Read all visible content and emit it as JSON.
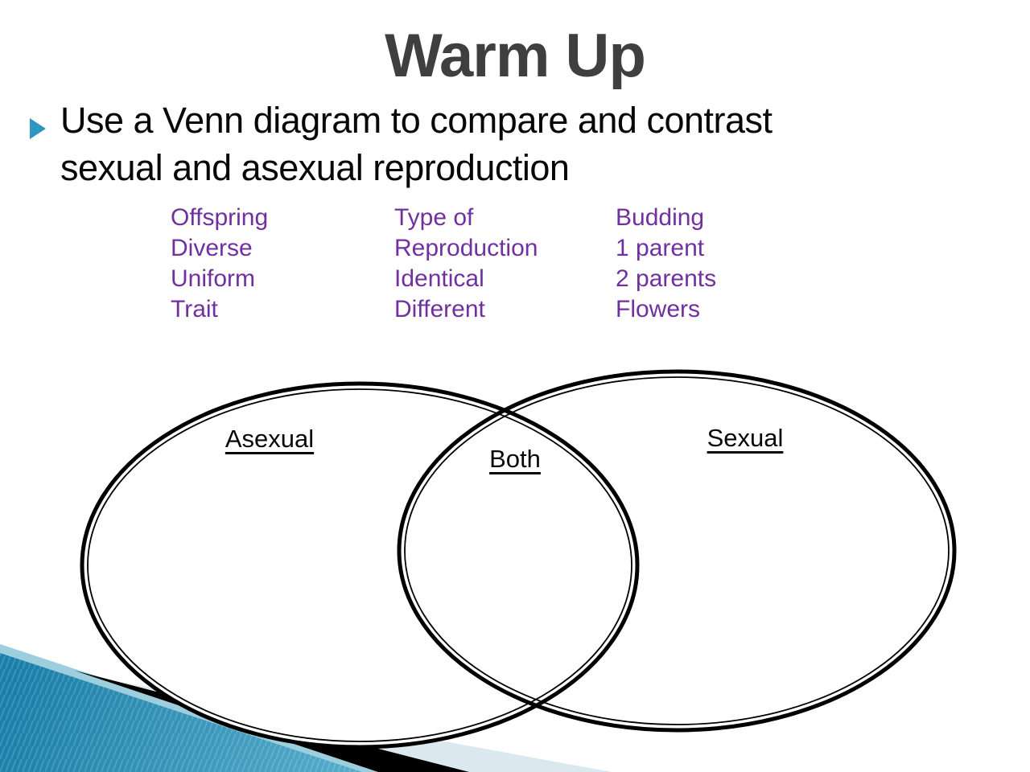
{
  "slide": {
    "title": "Warm Up",
    "bullet": {
      "line1": "Use a Venn diagram to compare and contrast",
      "line2": "sexual and asexual reproduction"
    },
    "word_bank": {
      "columns": [
        {
          "items": [
            "Offspring",
            "Diverse",
            "Uniform",
            "Trait"
          ]
        },
        {
          "items": [
            "Type of",
            "Reproduction",
            "Identical",
            "Different"
          ]
        },
        {
          "items": [
            "Budding",
            "1 parent",
            "2 parents",
            "Flowers"
          ]
        }
      ]
    },
    "venn": {
      "left_label": "Asexual",
      "middle_label": "Both",
      "right_label": "Sexual"
    },
    "colors": {
      "title_gray": "#3f3f3f",
      "word_purple": "#7030A0",
      "bullet_teal": "#2E97BE",
      "wedge_teal_dark": "#1b7fa9",
      "wedge_teal_light": "#5cb1cd",
      "wedge_light_edge": "#9CCEDD",
      "band_black": "#000000",
      "band_pale_blue": "#DCE8F0"
    }
  }
}
